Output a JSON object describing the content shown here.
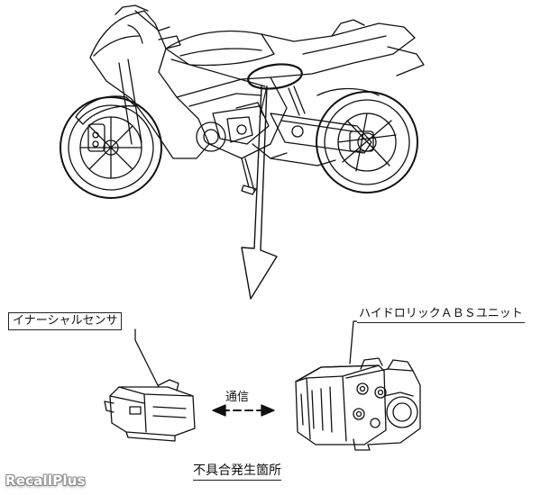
{
  "labels": {
    "inertial_sensor": "イナーシャルセンサ",
    "abs_unit": "ハイドロリックＡＢＳユニット",
    "communication": "通信",
    "fault_location": "不具合発生箇所"
  },
  "watermark": "RecallPlus",
  "icons": {
    "motorcycle": "sport-motorcycle-illustration",
    "sensor": "inertial-sensor-module",
    "abs": "hydraulic-abs-unit",
    "arrow": "callout-arrow-down",
    "comm": "bidirectional-dashed-arrow"
  },
  "colors": {
    "line": "#111111",
    "background": "#ffffff",
    "watermark_outline": "#8a8a8a"
  }
}
